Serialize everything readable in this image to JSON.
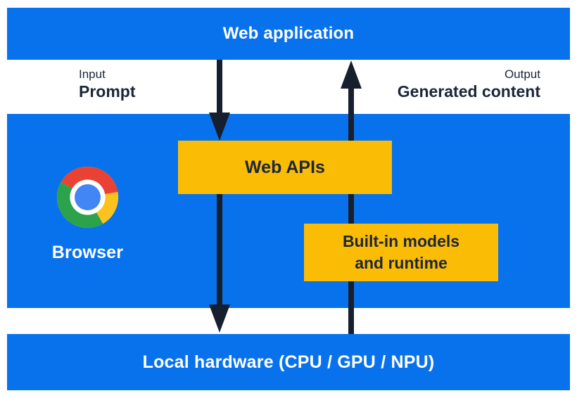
{
  "top_bar": {
    "label": "Web application"
  },
  "input_label": {
    "caption": "Input",
    "value": "Prompt"
  },
  "output_label": {
    "caption": "Output",
    "value": "Generated content"
  },
  "web_apis_box": {
    "label": "Web APIs"
  },
  "builtin_box": {
    "label_line1": "Built-in models",
    "label_line2": "and runtime"
  },
  "browser": {
    "label": "Browser",
    "icon": "chrome-logo-icon"
  },
  "bottom_bar": {
    "label": "Local hardware (CPU / GPU / NPU)"
  },
  "colors": {
    "blue": "#0872EC",
    "yellow": "#FBBC05",
    "navy": "#1B2638",
    "arrow": "#151F2E",
    "white": "#FFFFFF",
    "chrome_red": "#E94235",
    "chrome_green": "#2CA24C",
    "chrome_yellow": "#FCC31F",
    "chrome_blue": "#4285F4"
  }
}
